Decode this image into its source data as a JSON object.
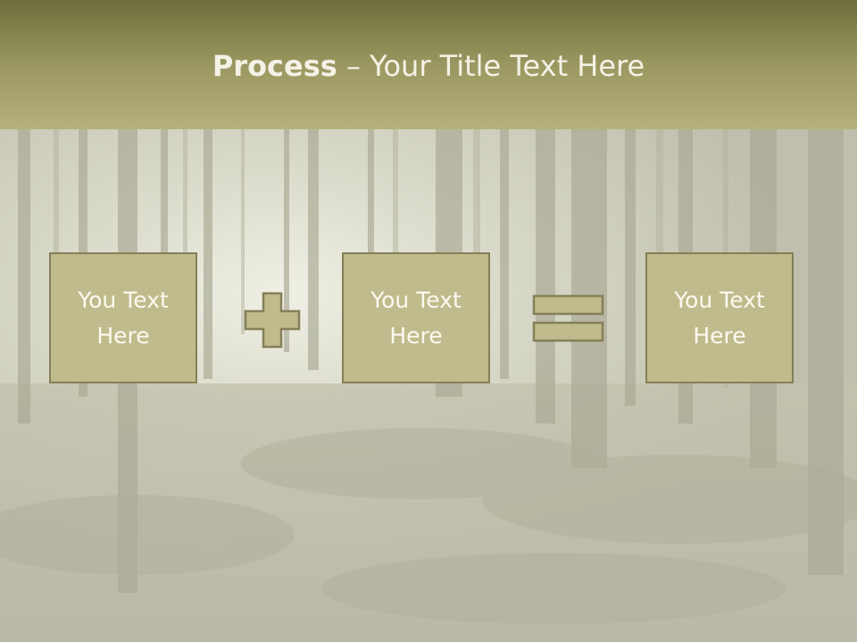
{
  "slide": {
    "title_strong": "Process",
    "title_rest": " – Your Title Text Here"
  },
  "boxes": [
    {
      "text": "You Text Here"
    },
    {
      "text": "You Text Here"
    },
    {
      "text": "You Text Here"
    }
  ],
  "operators": [
    "plus",
    "equals"
  ],
  "colors": {
    "title_band": "#9a9860",
    "box_fill": "#c0bb8c",
    "box_border": "#857f58",
    "text": "#fbfaf0"
  }
}
